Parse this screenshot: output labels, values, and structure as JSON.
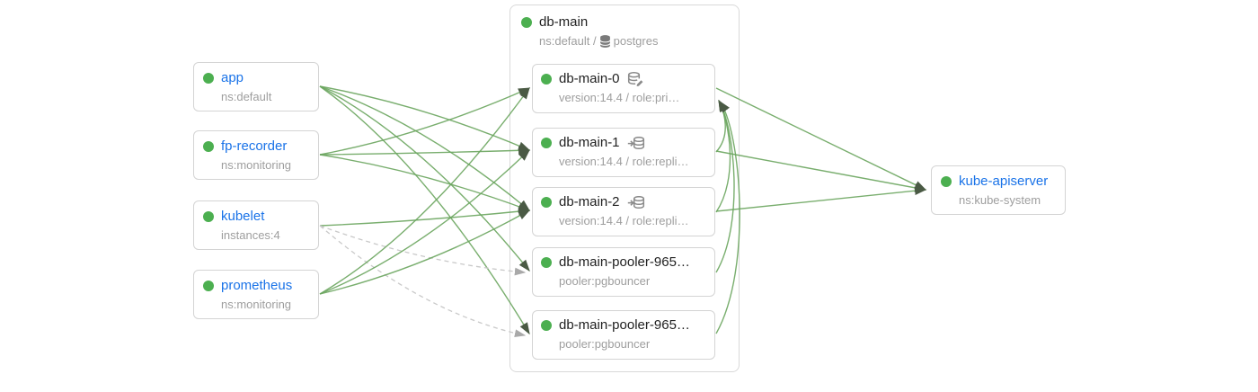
{
  "colors": {
    "status_ok": "#4caf50",
    "link_blue": "#1a73e8",
    "edge_green": "#6aa55e",
    "edge_dashed_gray": "#c9c9c9",
    "arrow_dark": "#4a5a44",
    "arrow_gray": "#a9a9a9"
  },
  "services": [
    {
      "id": "app",
      "title": "app",
      "subtitle": "ns:default"
    },
    {
      "id": "fp-recorder",
      "title": "fp-recorder",
      "subtitle": "ns:monitoring"
    },
    {
      "id": "kubelet",
      "title": "kubelet",
      "subtitle": "instances:4"
    },
    {
      "id": "prometheus",
      "title": "prometheus",
      "subtitle": "ns:monitoring"
    }
  ],
  "cluster": {
    "id": "db-main",
    "title": "db-main",
    "subtitle_prefix": "ns:default /",
    "engine": "postgres",
    "engine_icon": "postgres-db-icon",
    "instances": [
      {
        "id": "db-main-0",
        "title": "db-main-0",
        "subtitle": "version:14.4 / role:pri…",
        "icon": "primary-db-icon"
      },
      {
        "id": "db-main-1",
        "title": "db-main-1",
        "subtitle": "version:14.4 / role:repli…",
        "icon": "replica-db-icon"
      },
      {
        "id": "db-main-2",
        "title": "db-main-2",
        "subtitle": "version:14.4 / role:repli…",
        "icon": "replica-db-icon"
      },
      {
        "id": "db-main-pooler-1",
        "title": "db-main-pooler-965…",
        "subtitle": "pooler:pgbouncer",
        "icon": null
      },
      {
        "id": "db-main-pooler-2",
        "title": "db-main-pooler-965…",
        "subtitle": "pooler:pgbouncer",
        "icon": null
      }
    ]
  },
  "external": {
    "id": "kube-apiserver",
    "title": "kube-apiserver",
    "subtitle": "ns:kube-system"
  },
  "edges": [
    {
      "from": "app",
      "to": "db-main-1",
      "kind": "fan",
      "style": "solid"
    },
    {
      "from": "app",
      "to": "db-main-2",
      "kind": "fan",
      "style": "solid"
    },
    {
      "from": "app",
      "to": "db-main-pooler-1",
      "kind": "fan",
      "style": "solid"
    },
    {
      "from": "app",
      "to": "db-main-pooler-2",
      "kind": "fan",
      "style": "solid"
    },
    {
      "from": "fp-recorder",
      "to": "db-main-0",
      "kind": "fan",
      "style": "solid"
    },
    {
      "from": "fp-recorder",
      "to": "db-main-1",
      "kind": "fan",
      "style": "solid"
    },
    {
      "from": "fp-recorder",
      "to": "db-main-2",
      "kind": "fan",
      "style": "solid"
    },
    {
      "from": "kubelet",
      "to": "db-main-2",
      "kind": "fan",
      "style": "solid"
    },
    {
      "from": "kubelet",
      "to": "db-main-pooler-1",
      "kind": "fan",
      "style": "dashed"
    },
    {
      "from": "kubelet",
      "to": "db-main-pooler-2",
      "kind": "fan",
      "style": "dashed"
    },
    {
      "from": "prometheus",
      "to": "db-main-0",
      "kind": "fan",
      "style": "solid"
    },
    {
      "from": "prometheus",
      "to": "db-main-1",
      "kind": "fan",
      "style": "solid"
    },
    {
      "from": "prometheus",
      "to": "db-main-2",
      "kind": "fan",
      "style": "solid"
    },
    {
      "from": "db-main-0",
      "to": "kube-apiserver",
      "kind": "api",
      "style": "solid"
    },
    {
      "from": "db-main-1",
      "to": "kube-apiserver",
      "kind": "api",
      "style": "solid"
    },
    {
      "from": "db-main-2",
      "to": "kube-apiserver",
      "kind": "api",
      "style": "solid"
    },
    {
      "from": "db-main-1",
      "to": "db-main-0",
      "kind": "return",
      "style": "solid"
    },
    {
      "from": "db-main-2",
      "to": "db-main-0",
      "kind": "return",
      "style": "solid"
    },
    {
      "from": "db-main-pooler-1",
      "to": "db-main-0",
      "kind": "return",
      "style": "solid"
    },
    {
      "from": "db-main-pooler-2",
      "to": "db-main-0",
      "kind": "return",
      "style": "solid"
    }
  ]
}
